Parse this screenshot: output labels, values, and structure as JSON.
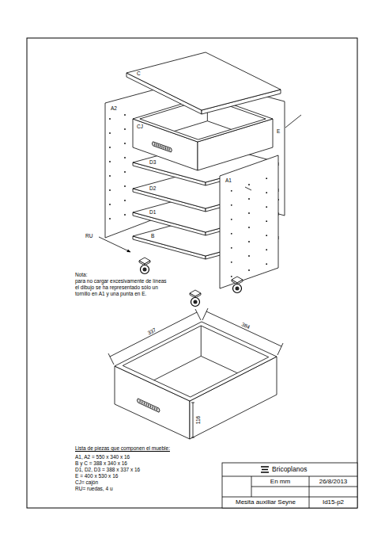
{
  "diagram": {
    "labels": [
      "C",
      "CJ",
      "A2",
      "D3",
      "D2",
      "D1",
      "B",
      "E",
      "A1",
      "RU",
      "Nota:",
      "para no cargar excesivamente de líneas el dibujo se ha representado sólo un tornillo en A1 y una punta en E.",
      "337",
      "384",
      "116",
      "Lista de piezas que componen el mueble:",
      "A1, A2 = 550 x 340 x 16",
      "B y C = 388 x 340 x 16",
      "D1, D2, D3 = 388 x 337 x 16",
      "E = 400 x 530 x 16",
      "CJ= cajón",
      "RU= ruedas, 4 u",
      "Bricoplanos",
      "En mm",
      "26/8/2013",
      "Mesita auxiliar Seyne",
      "Id15-p2"
    ]
  }
}
